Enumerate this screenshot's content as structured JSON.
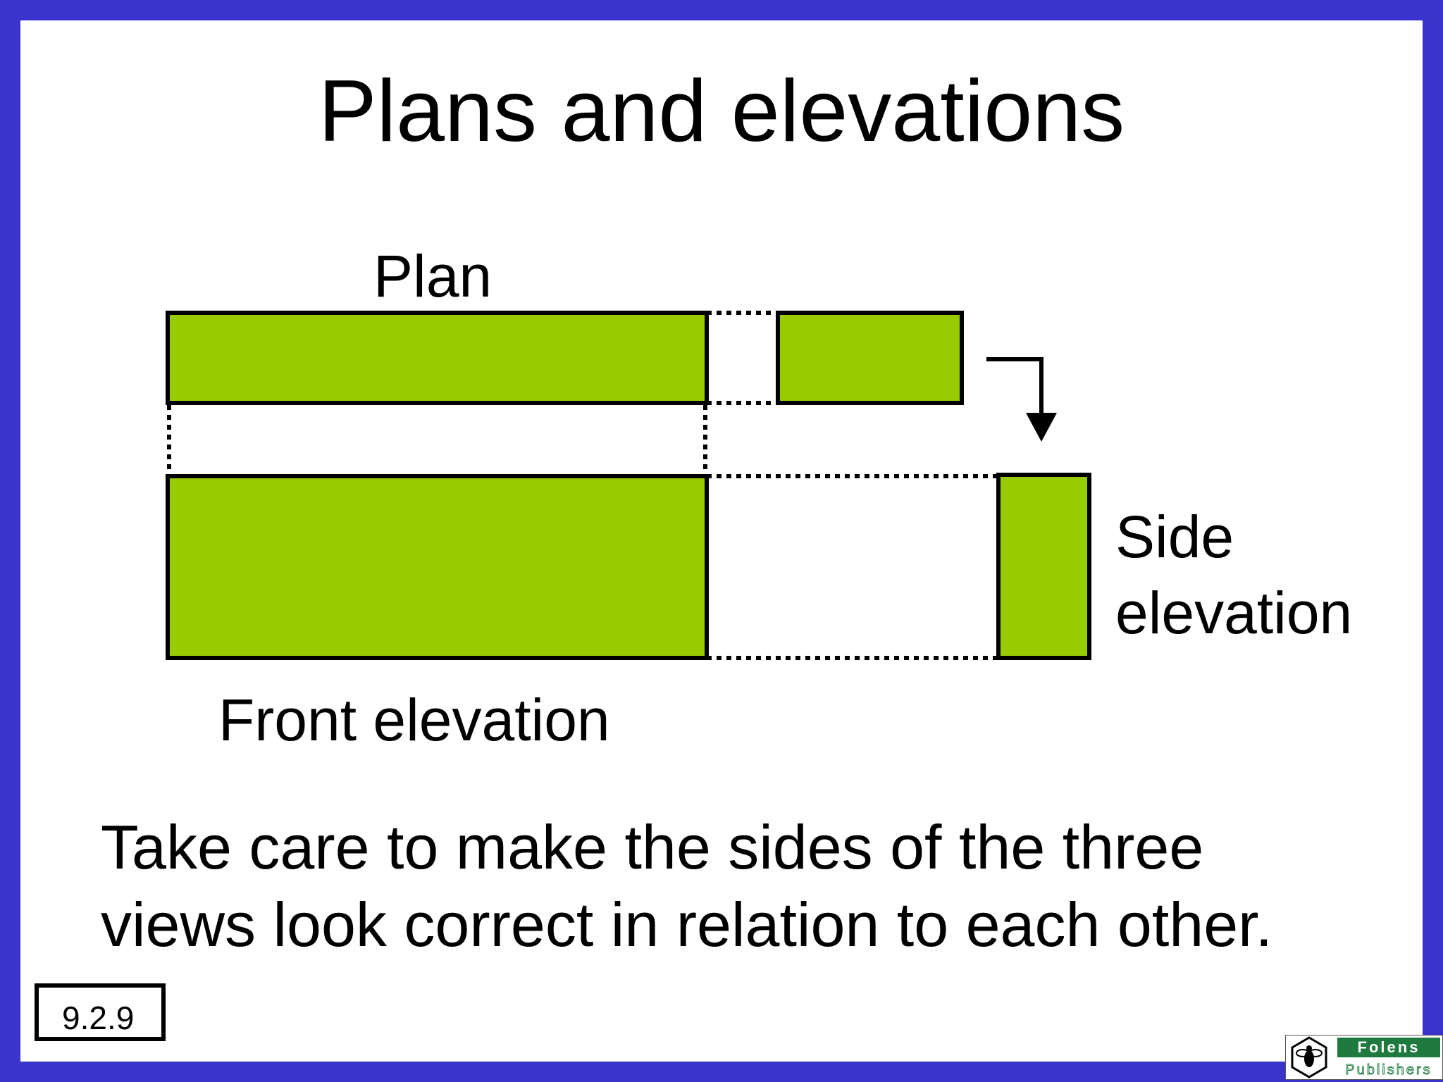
{
  "title": "Plans and elevations",
  "labels": {
    "plan": "Plan",
    "front_elevation": "Front elevation",
    "side_elevation": "Side elevation"
  },
  "note": "Take care to make the sides of the three views look correct in relation to each other.",
  "slide_number": "9.2.9",
  "logo": {
    "top_text": "Folens",
    "bottom_text": "Publishers"
  },
  "colors": {
    "border": "#3a34cc",
    "shape_fill": "#99cc00",
    "logo_green": "#1e7a3e"
  }
}
